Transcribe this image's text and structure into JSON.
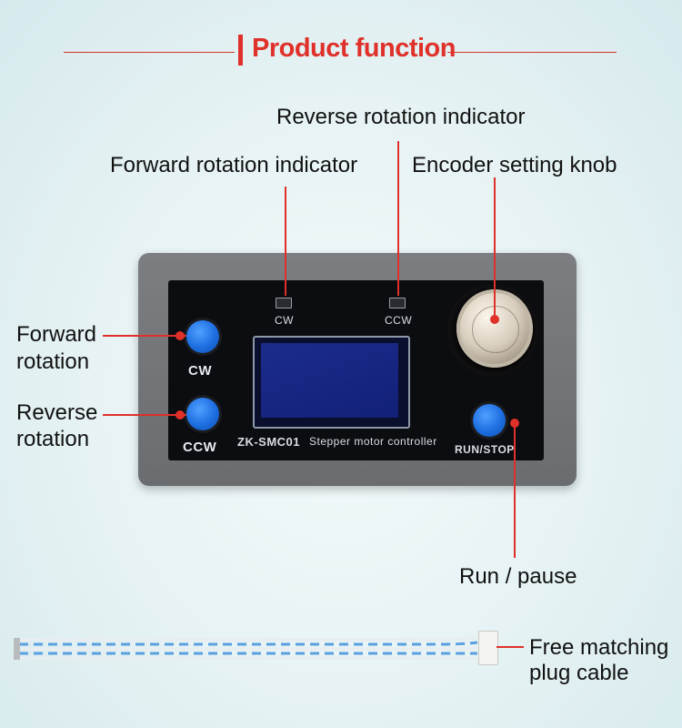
{
  "header": {
    "title": "Product function"
  },
  "labels": {
    "reverse_indicator": "Reverse rotation indicator",
    "forward_indicator": "Forward rotation indicator",
    "encoder_knob": "Encoder setting knob",
    "forward_rotation_line1": "Forward",
    "forward_rotation_line2": "rotation",
    "reverse_rotation_line1": "Reverse",
    "reverse_rotation_line2": "rotation",
    "run_pause": "Run / pause",
    "cable_line1": "Free matching",
    "cable_line2": "plug cable"
  },
  "device": {
    "led_cw": "CW",
    "led_ccw": "CCW",
    "button_cw": "CW",
    "button_ccw": "CCW",
    "button_run": "RUN/STOP",
    "model": "ZK-SMC01",
    "description": "Stepper motor controller"
  },
  "colors": {
    "accent": "#e0302a",
    "button": "#1d6ee0",
    "lcd": "#1b2c8a"
  }
}
